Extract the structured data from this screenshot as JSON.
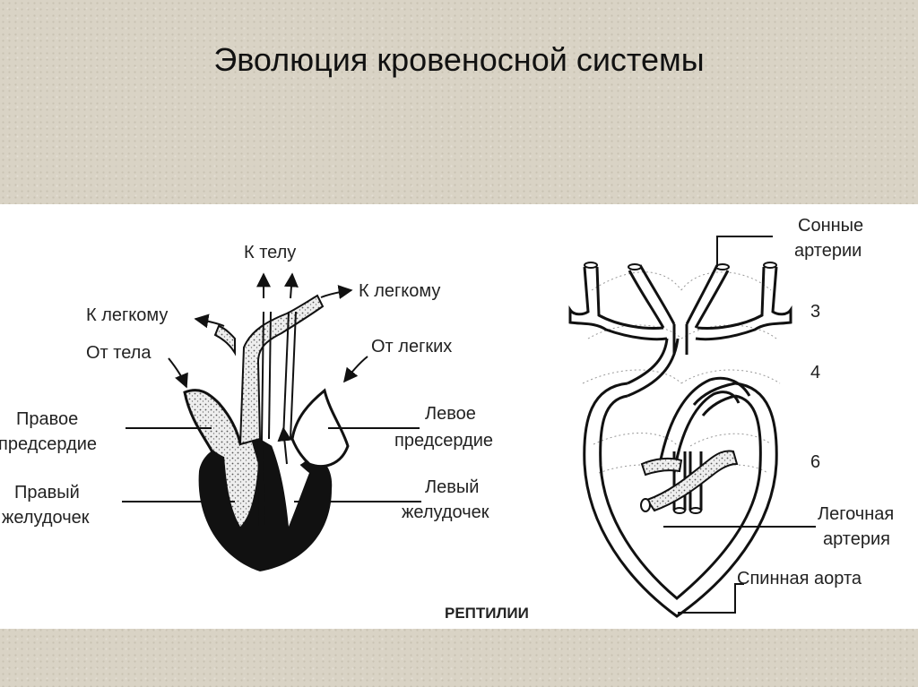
{
  "title": "Эволюция кровеносной системы",
  "heart": {
    "to_body": "К телу",
    "to_lung_left": "К легкому",
    "to_lung_right": "К легкому",
    "from_body": "От тела",
    "from_lungs": "От легких",
    "right_atrium": [
      "Правое",
      "предсердие"
    ],
    "left_atrium": [
      "Левое",
      "предсердие"
    ],
    "right_ventricle": [
      "Правый",
      "желудочек"
    ],
    "left_ventricle": [
      "Левый",
      "желудочек"
    ]
  },
  "vessels": {
    "carotid": [
      "Сонные",
      "артерии"
    ],
    "arch_3": "3",
    "arch_4": "4",
    "arch_6": "6",
    "pulmonary": [
      "Легочная",
      "артерия"
    ],
    "dorsal_aorta": "Спинная аорта"
  },
  "caption": "РЕПТИЛИИ"
}
